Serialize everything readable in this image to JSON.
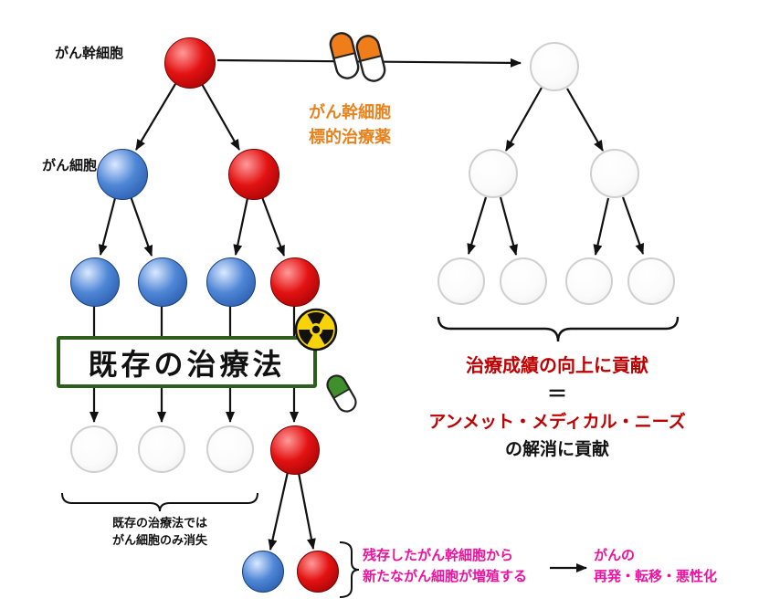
{
  "diagram": {
    "left": {
      "stem_cell_label": "がん幹細胞",
      "cancer_cell_label": "がん細胞",
      "treatment_box": "既存の治療法",
      "treatment_note": [
        "既存の治療法では",
        "がん細胞のみ消失"
      ],
      "residual_note": [
        "残存したがん幹細胞から",
        "新たながん細胞が増殖する"
      ],
      "recurrence_note": [
        "がんの",
        "再発・転移・悪性化"
      ],
      "tree": {
        "row1": [
          "red"
        ],
        "row2": [
          "blue",
          "red"
        ],
        "row3": [
          "blue",
          "blue",
          "blue",
          "red"
        ],
        "row4": [
          "empty",
          "empty",
          "empty",
          "red"
        ],
        "row5": [
          "blue",
          "red"
        ]
      }
    },
    "drug": {
      "label": [
        "がん幹細胞",
        "標的治療薬"
      ],
      "icon": "capsule-pair-icon"
    },
    "existing_therapy_icons": [
      "radiation-hazard-icon",
      "capsule-icon"
    ],
    "right": {
      "tree": {
        "row1": [
          "empty"
        ],
        "row2": [
          "empty",
          "empty"
        ],
        "row3": [
          "empty",
          "empty",
          "empty",
          "empty"
        ]
      },
      "outcome_line1": "治療成績の向上に貢献",
      "equals": "＝",
      "outcome_line2": "アンメット・メディカル・ニーズ",
      "outcome_line3": "の解消に貢献"
    },
    "colors": {
      "stem_cell": "#c00000",
      "cancer_cell": "#3f6fbf",
      "eliminated_cell": "#ffffff",
      "drug_accent": "#e8821e",
      "pink_accent": "#ee119f",
      "outcome_red": "#c00000",
      "treatment_box_border": "#2e5e1e",
      "radiation_yellow": "#f7d308",
      "capsule_green": "#3f8f2a"
    }
  }
}
